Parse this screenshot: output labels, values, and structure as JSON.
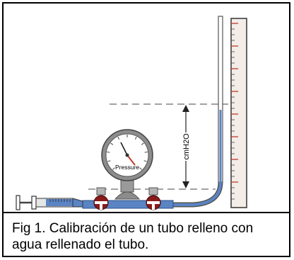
{
  "figure": {
    "gauge_label": "Pressure",
    "dimension_label": "cmH2O"
  },
  "caption": "Fig 1. Calibración de un tubo relleno con agua rellenado el tubo."
}
